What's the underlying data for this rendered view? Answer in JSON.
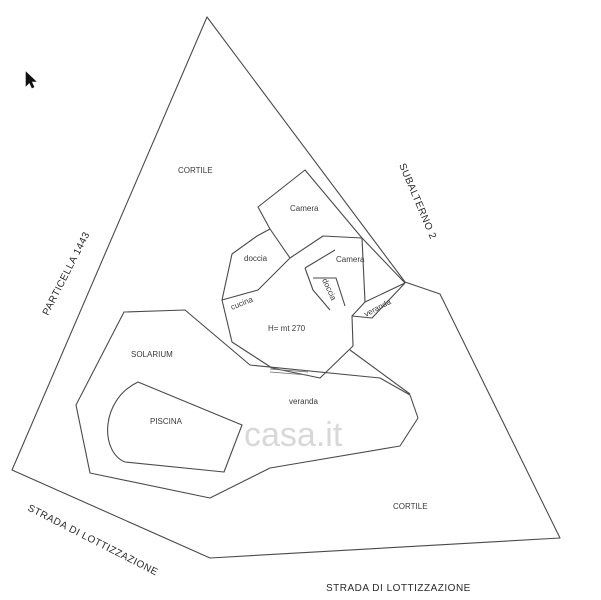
{
  "labels": {
    "cortile_top": "CORTILE",
    "cortile_bottom": "CORTILE",
    "camera_1": "Camera",
    "camera_2": "Camera",
    "doccia": "doccia",
    "doccia_2": "doccia",
    "cucina": "cucina",
    "height": "H= mt 270",
    "veranda_small": "veranda",
    "veranda_big": "veranda",
    "solarium": "SOLARIUM",
    "piscina": "PISCINA",
    "subalterno": "SUBALTERNO 2",
    "particella": "PARTICELLA 1443",
    "strada_left": "STRADA  DI  LOTTIZZAZIONE",
    "strada_bottom": "STRADA DI LOTTIZZAZIONE"
  },
  "watermark": {
    "text": "casa.it"
  },
  "icons": {
    "pointer": "mouse-pointer-icon"
  },
  "colors": {
    "line": "#4a4a4a",
    "text": "#3a3a3a",
    "watermark": "#d8d8d8"
  }
}
